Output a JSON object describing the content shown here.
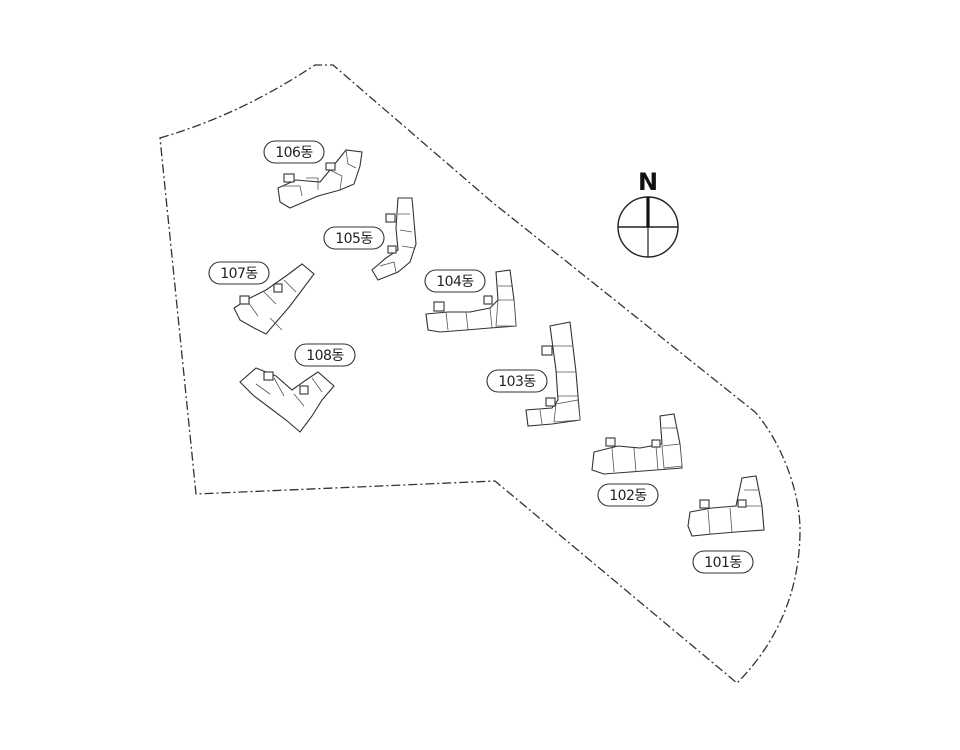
{
  "colors": {
    "highlight": "#e8734a",
    "boundary": "#333333",
    "building_stroke": "#333333"
  },
  "compass": {
    "label": "N",
    "icon": "north-arrow-compass-icon"
  },
  "buildings": [
    {
      "id": "101",
      "label": "101동",
      "highlighted": false
    },
    {
      "id": "102",
      "label": "102동",
      "highlighted": true
    },
    {
      "id": "103",
      "label": "103동",
      "highlighted": true
    },
    {
      "id": "104",
      "label": "104동",
      "highlighted": true
    },
    {
      "id": "105",
      "label": "105동",
      "highlighted": false
    },
    {
      "id": "106",
      "label": "106동",
      "highlighted": false
    },
    {
      "id": "107",
      "label": "107동",
      "highlighted": false
    },
    {
      "id": "108",
      "label": "108동",
      "highlighted": false
    }
  ]
}
